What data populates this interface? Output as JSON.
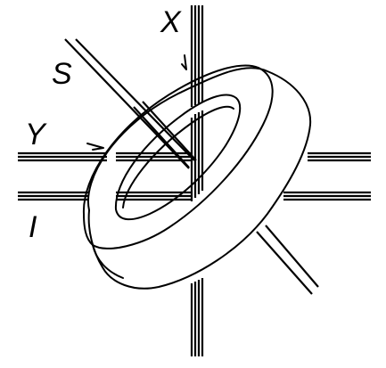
{
  "figure": {
    "labels": {
      "x": "X",
      "s": "S",
      "y": "Y",
      "i": "I"
    },
    "colors": {
      "ink": "#000000",
      "background": "#ffffff"
    },
    "wires": [
      "x-wire",
      "y-wire",
      "i-wire",
      "s-wire"
    ],
    "core": "toroidal-core"
  }
}
